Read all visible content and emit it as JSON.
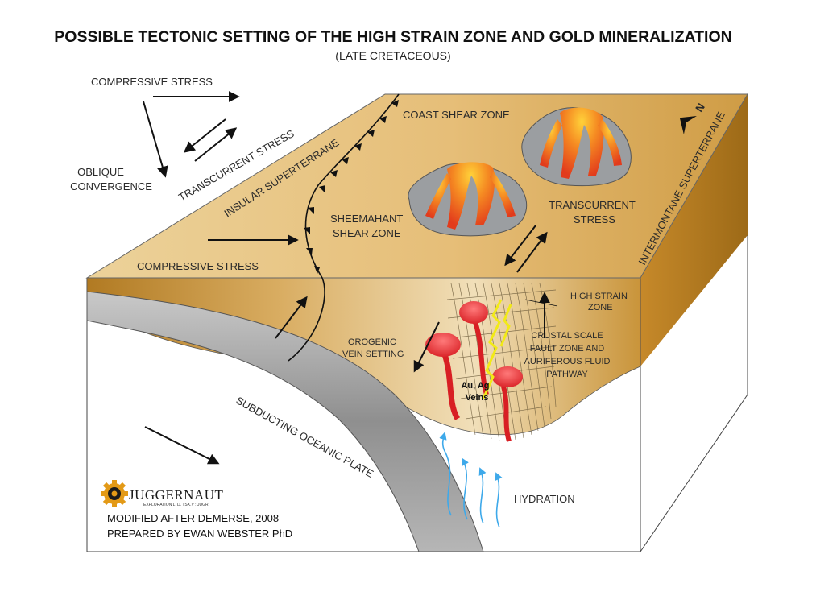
{
  "title": "POSSIBLE TECTONIC SETTING OF THE HIGH STRAIN ZONE AND GOLD MINERALIZATION",
  "subtitle": "(LATE CRETACEOUS)",
  "labels": {
    "compressive_stress_top": "COMPRESSIVE STRESS",
    "transcurrent_stress_left": "TRANSCURRENT STRESS",
    "oblique_convergence_1": "OBLIQUE",
    "oblique_convergence_2": "CONVERGENCE",
    "insular_superterrane": "INSULAR SUPERTERRANE",
    "coast_shear_zone": "COAST SHEAR ZONE",
    "sheemahant_1": "SHEEMAHANT",
    "sheemahant_2": "SHEAR ZONE",
    "compressive_stress_left": "COMPRESSIVE STRESS",
    "transcurrent_stress_right_1": "TRANSCURRENT",
    "transcurrent_stress_right_2": "STRESS",
    "intermontane_superterrane": "INTERMONTANE SUPERTERRANE",
    "north": "N",
    "high_strain_zone_1": "HIGH STRAIN",
    "high_strain_zone_2": "ZONE",
    "orogenic_1": "OROGENIC",
    "orogenic_2": "VEIN SETTING",
    "crustal_1": "CRUSTAL SCALE",
    "crustal_2": "FAULT ZONE AND",
    "crustal_3": "AURIFEROUS FLUID",
    "crustal_4": "PATHWAY",
    "veins_1": "Au, Ag",
    "veins_2": "Veins",
    "subducting_plate": "SUBDUCTING OCEANIC PLATE",
    "hydration": "HYDRATION"
  },
  "logo": {
    "name": "JUGGERNAUT",
    "tagline": "EXPLORATION LTD. TSX.V : JUGR"
  },
  "credits": {
    "modified": "MODIFIED AFTER DEMERSE, 2008",
    "prepared": "PREPARED BY EWAN WEBSTER PhD"
  },
  "colors": {
    "crust_top": "#e9c37d",
    "crust_face": "#c8932f",
    "side_face": "#b57e1e",
    "plate": "#9e9e9e",
    "volcano": "#9b9ea1",
    "lava": "#e8501f",
    "vein": "#f2ea16",
    "fluid": "#e22a2a",
    "hydration": "#3ea9ea"
  }
}
